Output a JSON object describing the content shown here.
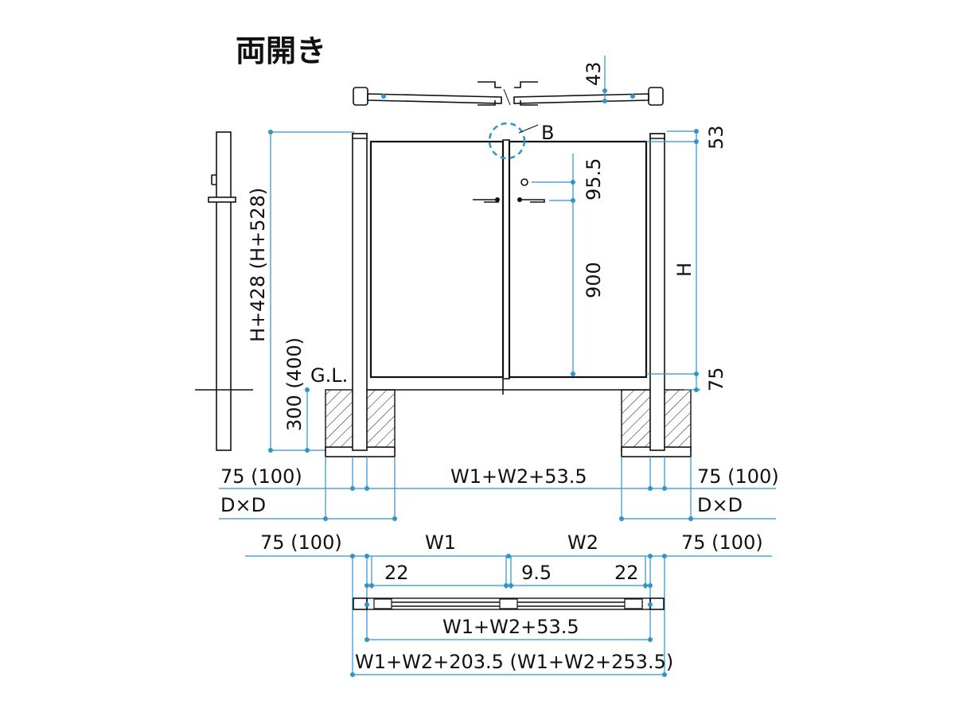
{
  "title": "両開き",
  "detail_marker": "B",
  "labels": {
    "gl": "G.L.",
    "post_top_width": "43",
    "top_offset": "53",
    "bottom_offset": "75",
    "height": "H",
    "handle_offset": "95.5",
    "handle_height": "900",
    "total_post_height": "H+428 (H+528)",
    "embed_depth": "300 (400)",
    "post_size_left": "75 (100)",
    "post_size_right": "75 (100)",
    "footing_left": "D×D",
    "footing_right": "D×D",
    "span_center": "W1+W2+53.5",
    "plan_left_post": "75 (100)",
    "plan_w1": "W1",
    "plan_w2": "W2",
    "plan_right_post": "75 (100)",
    "plan_gap_left": "22",
    "plan_gap_center": "9.5",
    "plan_gap_right": "22",
    "plan_inner_width": "W1+W2+53.5",
    "plan_total_width": "W1+W2+203.5 (W1+W2+253.5)"
  },
  "colors": {
    "line": "#111111",
    "dimension": "#2f94c9",
    "background": "#ffffff"
  }
}
